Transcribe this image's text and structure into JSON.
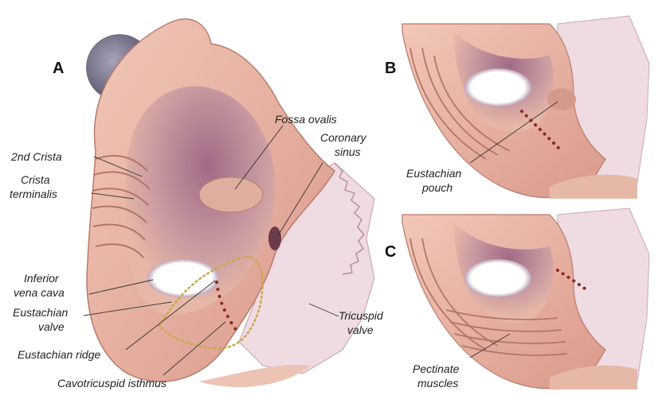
{
  "panels": {
    "a": "A",
    "b": "B",
    "c": "C"
  },
  "labels": {
    "fossa_ovalis": "Fossa ovalis",
    "coronary_sinus_1": "Coronary",
    "coronary_sinus_2": "sinus",
    "second_crista": "2nd Crista",
    "crista_terminalis_1": "Crista",
    "crista_terminalis_2": "terminalis",
    "inferior_vena_cava_1": "Inferior",
    "inferior_vena_cava_2": "vena cava",
    "eustachian_valve_1": "Eustachian",
    "eustachian_valve_2": "valve",
    "tricuspid_valve_1": "Tricuspid",
    "tricuspid_valve_2": "valve",
    "eustachian_ridge": "Eustachian ridge",
    "cavotricuspid_isthmus": "Cavotricuspid isthmus",
    "eustachian_pouch_1": "Eustachian",
    "eustachian_pouch_2": "pouch",
    "pectinate_muscles_1": "Pectinate",
    "pectinate_muscles_2": "muscles"
  },
  "colors": {
    "tissue": "#e8b4a6",
    "tissue_dark": "#c98a7a",
    "tissue_light": "#f4d2c6",
    "valve": "#efdbe2",
    "cavity": "#8a5a78",
    "vessel": "#7c7892",
    "dots": "#8c2a22",
    "outline_dots": "#c9a94a"
  }
}
